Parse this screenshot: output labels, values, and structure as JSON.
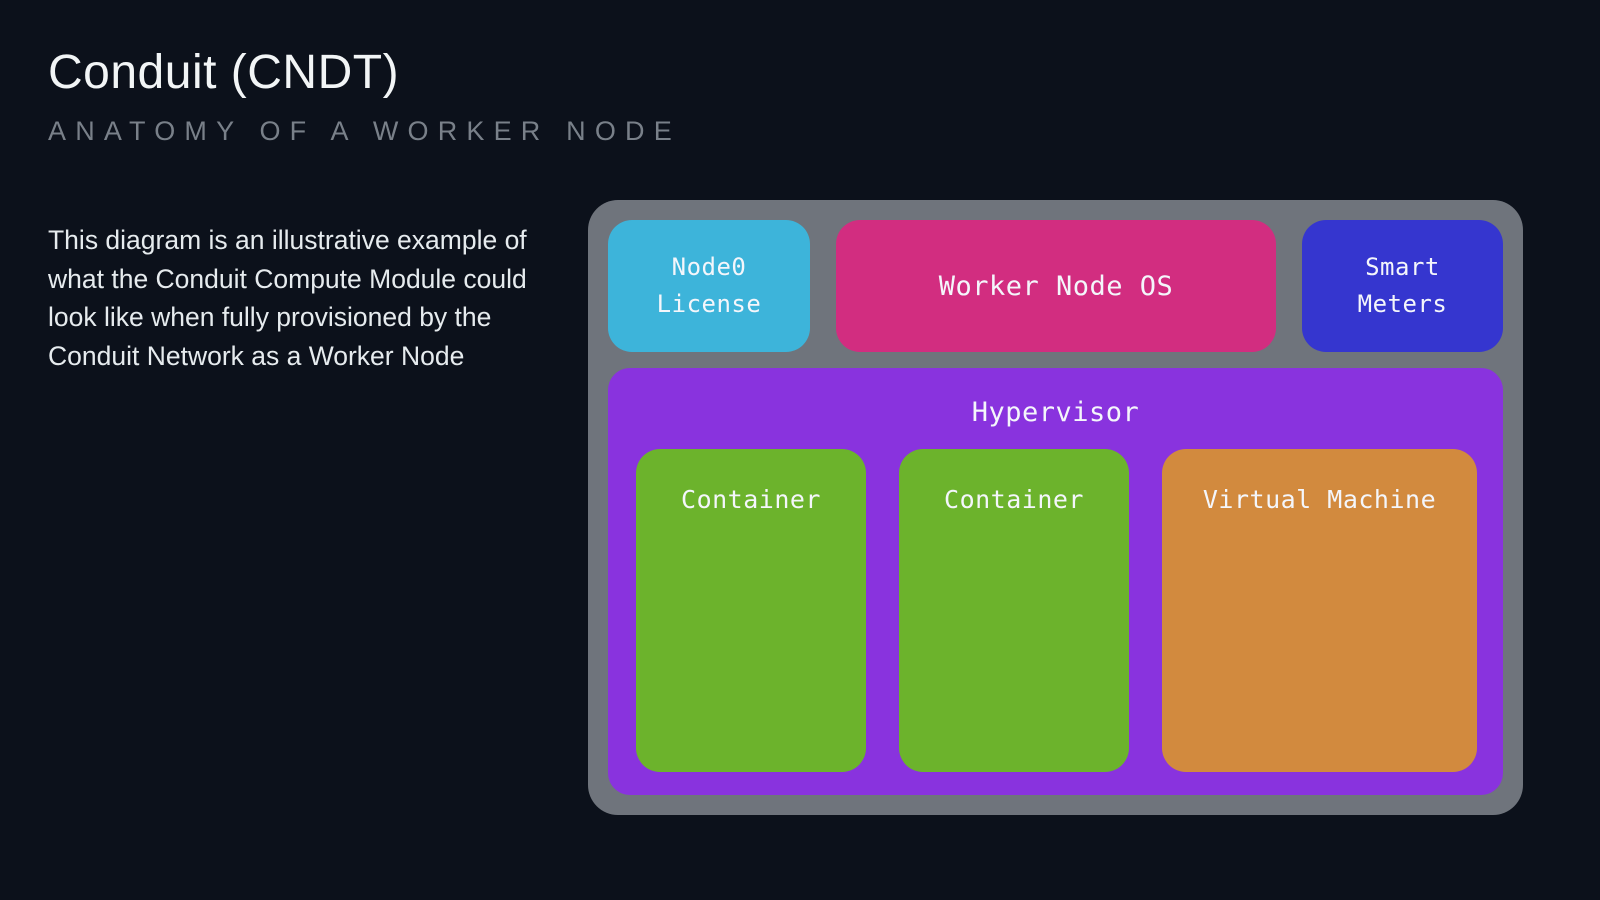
{
  "header": {
    "title": "Conduit (CNDT)",
    "subtitle": "ANATOMY OF A WORKER NODE"
  },
  "intro": {
    "text": "This diagram is an illustrative example of what the Conduit Compute Module could look like when fully provisioned by the Conduit Network as a Worker Node"
  },
  "diagram": {
    "frame_color": "#6f747c",
    "top_row": [
      {
        "label": "Node0\nLicense",
        "color": "#3db4da"
      },
      {
        "label": "Worker Node OS",
        "color": "#d22d80"
      },
      {
        "label": "Smart\nMeters",
        "color": "#3536cf"
      }
    ],
    "hypervisor": {
      "label": "Hypervisor",
      "color": "#8933de",
      "children": [
        {
          "label": "Container",
          "color": "#6cb32c"
        },
        {
          "label": "Container",
          "color": "#6cb32c"
        },
        {
          "label": "Virtual Machine",
          "color": "#d28a3e"
        }
      ]
    },
    "text_color": "#f4f6fb"
  },
  "page": {
    "background_color": "#0c111b"
  }
}
